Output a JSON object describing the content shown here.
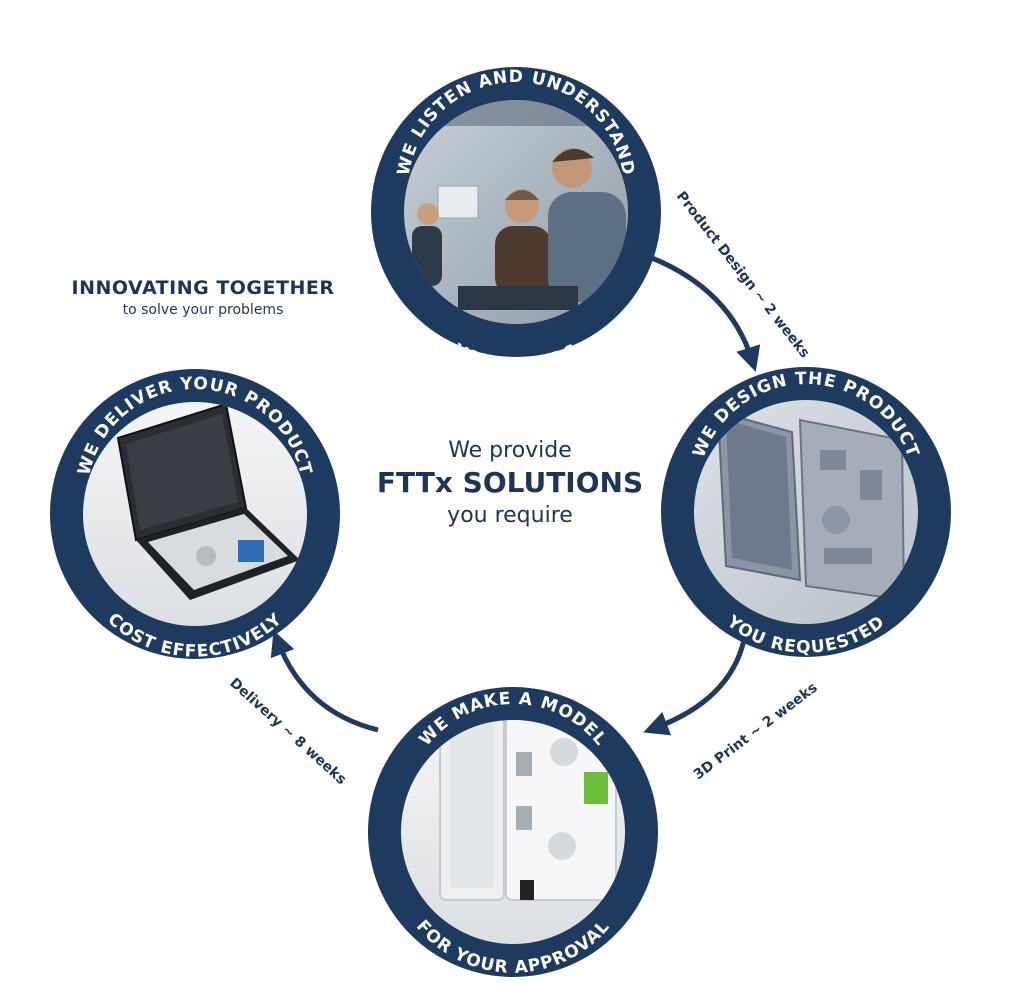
{
  "colors": {
    "navy": "#1e3a5f",
    "navy_dark": "#1a3050",
    "text": "#1d3557",
    "sc_blue": "#2f6db5",
    "sc_green": "#6cbf3a"
  },
  "tagline": {
    "title": "INNOVATING TOGETHER",
    "subtitle": "to solve your problems"
  },
  "center": {
    "line1": "We provide",
    "line2": "FTTx SOLUTIONS",
    "line3": "you require"
  },
  "steps": [
    {
      "top": "WE LISTEN AND UNDERSTAND",
      "bottom": "YOUR NEEDS",
      "image": "meeting-photo"
    },
    {
      "top": "WE DESIGN THE PRODUCT",
      "bottom": "YOU REQUESTED",
      "image": "cad-enclosure-render"
    },
    {
      "top": "WE MAKE A MODEL",
      "bottom": "FOR YOUR APPROVAL",
      "image": "3d-printed-model"
    },
    {
      "top": "WE DELIVER YOUR PRODUCT",
      "bottom": "COST EFFECTIVELY",
      "image": "finished-enclosure"
    }
  ],
  "arrows": [
    {
      "label": "Product Design ~ 2 weeks"
    },
    {
      "label": "3D Print ~ 2 weeks"
    },
    {
      "label": "Delivery ~ 8 weeks"
    }
  ]
}
